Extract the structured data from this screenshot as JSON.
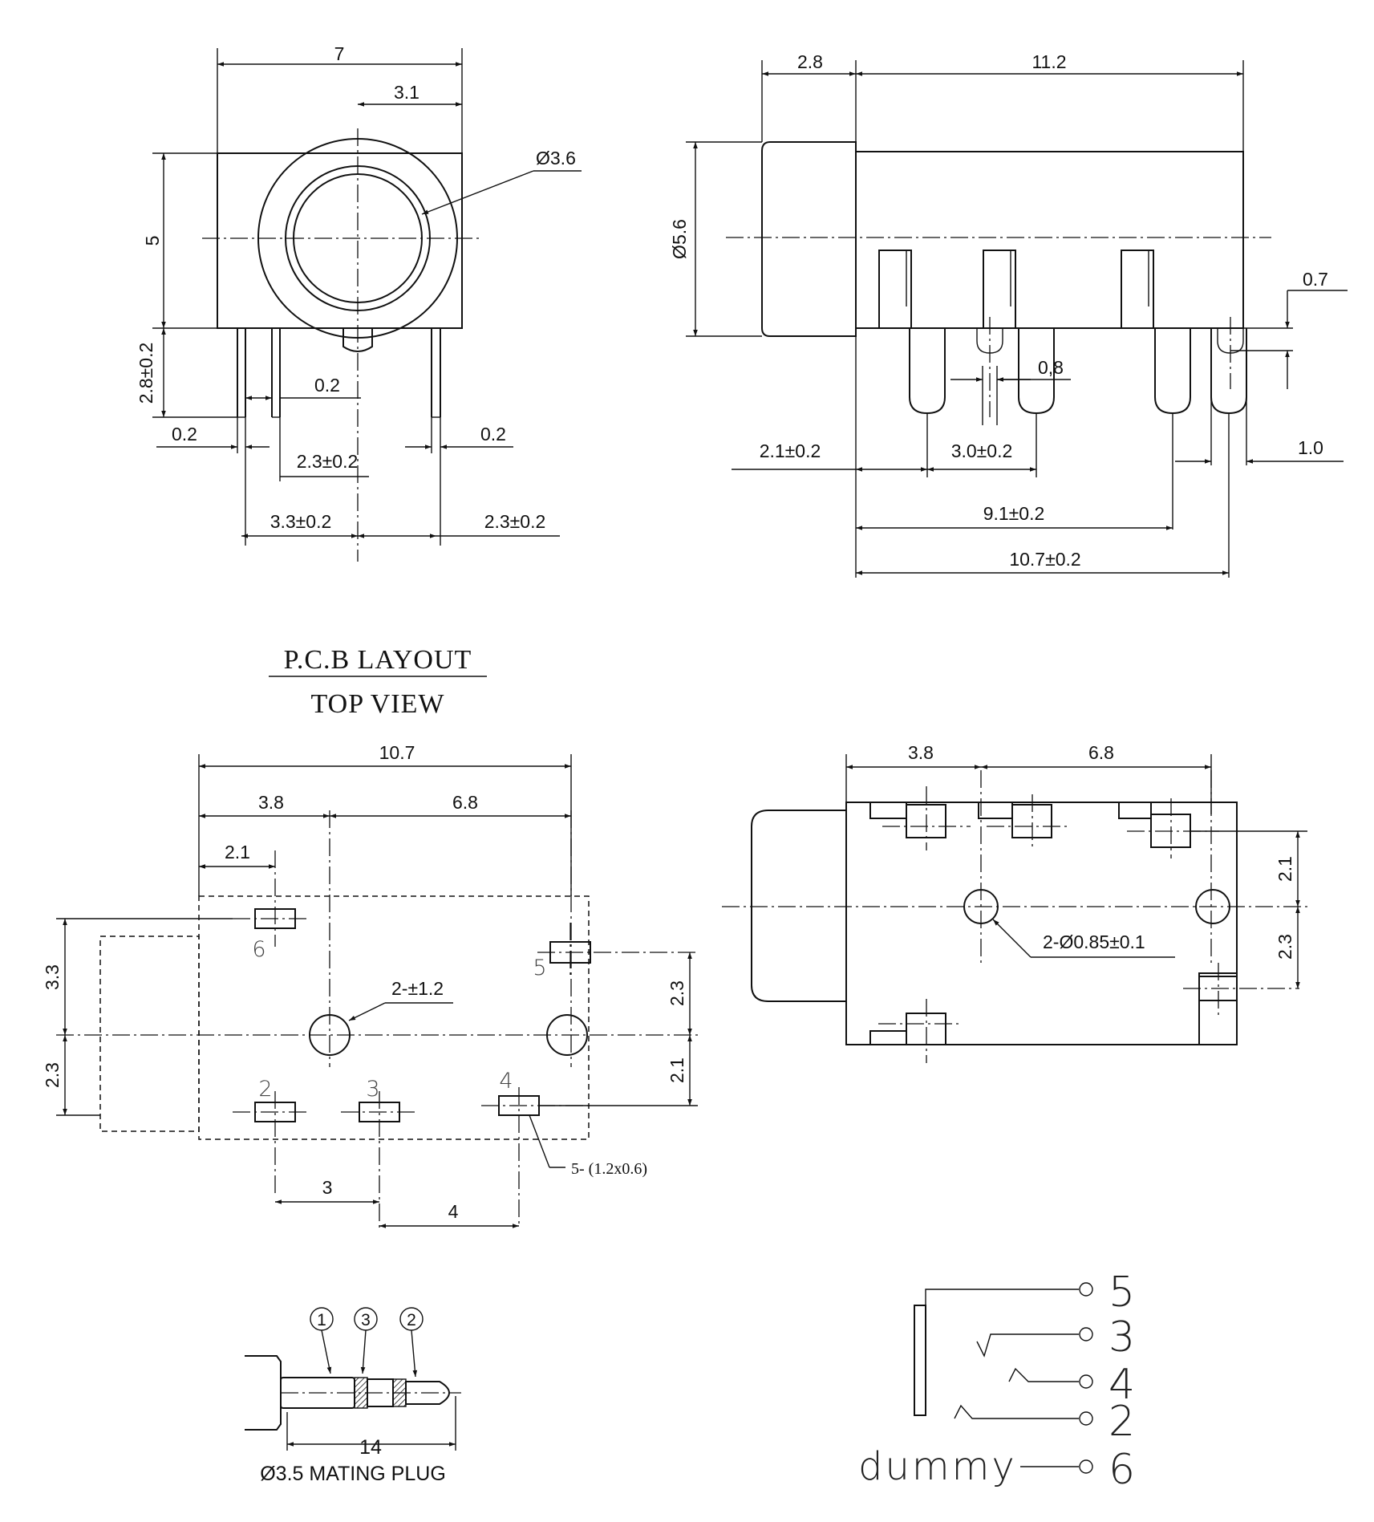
{
  "front_view": {
    "dims": {
      "width": "7",
      "offset_31": "3.1",
      "diameter_36": "Ø3.6",
      "height": "5",
      "pin_height": "2.8±0.2",
      "pin_02_mid": "0.2",
      "pin_02_left": "0.2",
      "pin_02_right": "0.2",
      "spacing_23_a": "2.3±0.2",
      "spacing_33": "3.3±0.2",
      "spacing_23_b": "2.3±0.2"
    }
  },
  "side_view": {
    "dims": {
      "d_28": "2.8",
      "d_112": "11.2",
      "diameter_56": "Ø5.6",
      "d_07": "0.7",
      "d_08": "0,8",
      "d_21": "2.1±0.2",
      "d_30": "3.0±0.2",
      "d_10": "1.0",
      "d_91": "9.1±0.2",
      "d_107": "10.7±0.2"
    }
  },
  "pcb_layout": {
    "title_line1": "P.C.B LAYOUT",
    "title_line2": "TOP VIEW",
    "dims": {
      "d_107": "10.7",
      "d_38": "3.8",
      "d_68": "6.8",
      "d_21": "2.1",
      "d_33": "3.3",
      "d_23_left": "2.3",
      "d_23_right": "2.3",
      "d_21_right": "2.1",
      "hole_label": "2-±1.2",
      "pad_label": "5- (1.2x0.6)",
      "d_3": "3",
      "d_4": "4"
    },
    "pins": [
      "6",
      "5",
      "2",
      "3",
      "4"
    ]
  },
  "bottom_view": {
    "dims": {
      "d_38": "3.8",
      "d_68": "6.8",
      "d_21": "2.1",
      "d_23": "2.3",
      "hole_label": "2-Ø0.85±0.1"
    }
  },
  "mating_plug": {
    "markers": [
      "1",
      "3",
      "2"
    ],
    "length": "14",
    "caption": "Ø3.5 MATING PLUG"
  },
  "schematic": {
    "pins": [
      "5",
      "3",
      "4",
      "2",
      "6"
    ],
    "dummy_label": "dummy"
  }
}
